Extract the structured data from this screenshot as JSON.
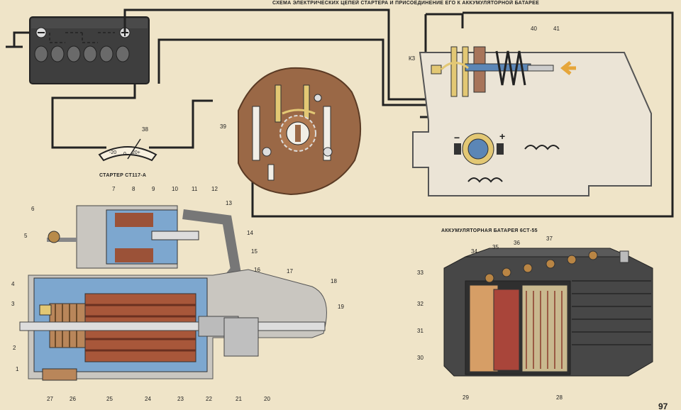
{
  "titles": {
    "header": "СХЕМА ЭЛЕКТРИЧЕСКИХ ЦЕПЕЙ СТАРТЕРА И ПРИСОЕДИНЕНИЕ ЕГО К АККУМУЛЯТОРНОЙ БАТАРЕЕ",
    "starter": "СТАРТЕР СТ117-А",
    "battery": "АККУМУЛЯТОРНАЯ БАТАРЕЯ 6СТ-55"
  },
  "ammeter": {
    "left": "-20",
    "mid": "0",
    "right": "20+"
  },
  "terminals": {
    "minus": "−",
    "plus": "+"
  },
  "page_number": "97",
  "callouts": {
    "n1": "1",
    "n2": "2",
    "n3": "3",
    "n4": "4",
    "n5": "5",
    "n6": "6",
    "n7": "7",
    "n8": "8",
    "n9": "9",
    "n10": "10",
    "n11": "11",
    "n12": "12",
    "n13": "13",
    "n14": "14",
    "n15": "15",
    "n16": "16",
    "n17": "17",
    "n18": "18",
    "n19": "19",
    "n20": "20",
    "n21": "21",
    "n22": "22",
    "n23": "23",
    "n24": "24",
    "n25": "25",
    "n26": "26",
    "n27": "27",
    "n28": "28",
    "n29": "29",
    "n30": "30",
    "n31": "31",
    "n32": "32",
    "n33": "33",
    "n34": "34",
    "n35": "35",
    "n36": "36",
    "n37": "37",
    "n38": "38",
    "n39": "39",
    "n40": "40",
    "n41": "41",
    "k3": "К3"
  }
}
